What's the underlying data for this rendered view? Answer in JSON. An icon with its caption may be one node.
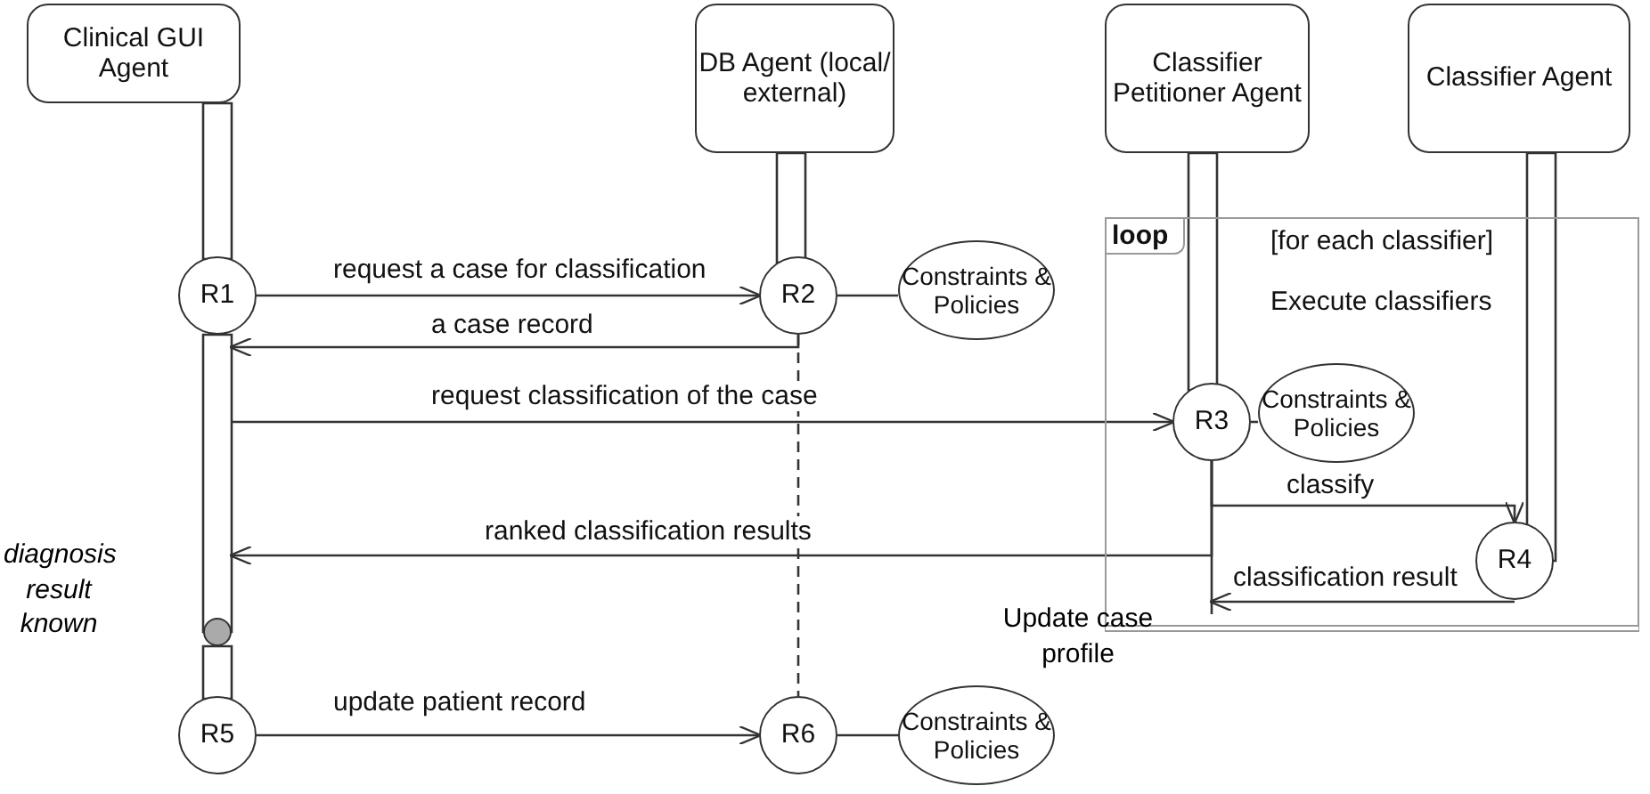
{
  "diagram": {
    "nodes": [
      {
        "text": [
          "Clinical GUI Agent"
        ]
      },
      {
        "text": [
          "DB Agent (local/ external)"
        ]
      },
      {
        "text": [
          "Classifier Petitioner Agent"
        ]
      },
      {
        "text": [
          "Classifier Agent"
        ]
      },
      {
        "text": [
          "R1"
        ]
      },
      {
        "text": [
          "R2"
        ]
      },
      {
        "text": [
          "Constraints & Policies"
        ]
      },
      {
        "text": [
          "loop",
          "[for each classifier]",
          "Execute classifiers"
        ]
      },
      {
        "text": [
          "R3"
        ],
        "in": 7
      },
      {
        "text": [
          "Constraints & Policies"
        ],
        "in": 7
      },
      {
        "text": [
          "R4"
        ],
        "in": 7
      },
      {
        "text": [],
        "shape": "circle",
        "beside": [
          "diagnosis result known"
        ]
      },
      {
        "text": [
          "R5"
        ]
      },
      {
        "text": [
          "R6"
        ]
      },
      {
        "text": [
          "Constraints & Policies"
        ]
      }
    ],
    "edges": [
      {
        "from": 0,
        "to": 4,
        "arrow": "none"
      },
      {
        "from": 4,
        "to": 11,
        "arrow": "none"
      },
      {
        "from": 11,
        "to": 12,
        "arrow": "none"
      },
      {
        "from": 1,
        "to": 5,
        "arrow": "none"
      },
      {
        "from": 2,
        "to": 8,
        "arrow": "none"
      },
      {
        "from": 3,
        "to": 10,
        "arrow": "none"
      },
      {
        "from": 5,
        "to": 6,
        "arrow": "none"
      },
      {
        "from": 8,
        "to": 9,
        "arrow": "none"
      },
      {
        "from": 4,
        "to": 5,
        "arrow": "to",
        "label": "request a case for classification"
      },
      {
        "from": 5,
        "to": 4,
        "arrow": "to",
        "label": "a case record"
      },
      {
        "from": null,
        "to": 8,
        "arrow": "to",
        "label": "request classification of the case"
      },
      {
        "from": 8,
        "to": 10,
        "arrow": "to",
        "label": "classify"
      },
      {
        "from": 8,
        "to": null,
        "arrow": "to",
        "label": "ranked classification results"
      },
      {
        "from": 10,
        "to": null,
        "arrow": "to",
        "label": "classification result"
      },
      {
        "from": 12,
        "to": 13,
        "arrow": "to",
        "label": "update patient record"
      },
      {
        "from": 5,
        "to": 13,
        "arrow": "none",
        "style": "dashed"
      },
      {
        "from": 13,
        "to": 14,
        "arrow": "none"
      }
    ],
    "labels": [
      "Update case profile"
    ]
  }
}
